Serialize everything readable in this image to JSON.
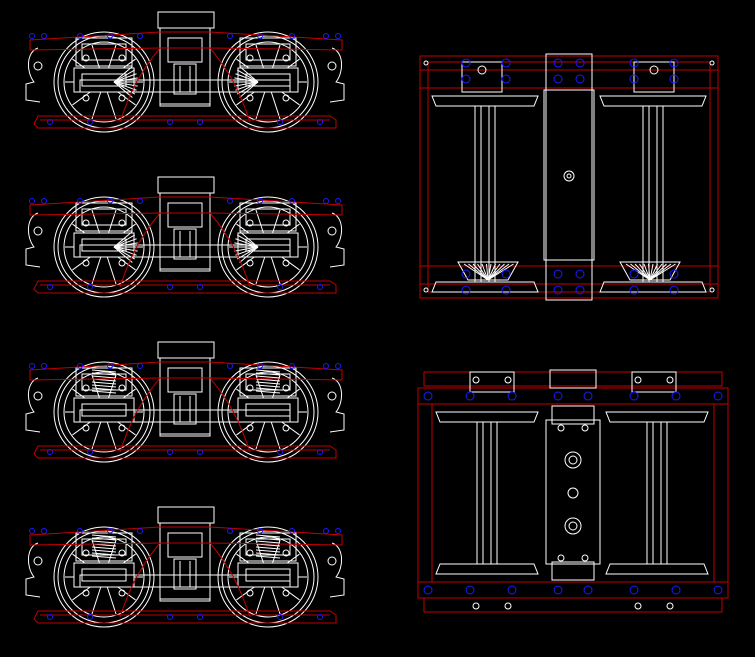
{
  "drawing": {
    "background": "#000000",
    "line_color": "#ffffff",
    "frame_color": "#c00000",
    "bolt_color": "#1a1aff"
  },
  "side_views": [
    {
      "variant": "gear-drive"
    },
    {
      "variant": "gear-drive"
    },
    {
      "variant": "coil-spring"
    },
    {
      "variant": "coil-spring"
    }
  ],
  "plan_views": [
    {
      "variant": "gear-drive"
    },
    {
      "variant": "center-bolster"
    }
  ]
}
